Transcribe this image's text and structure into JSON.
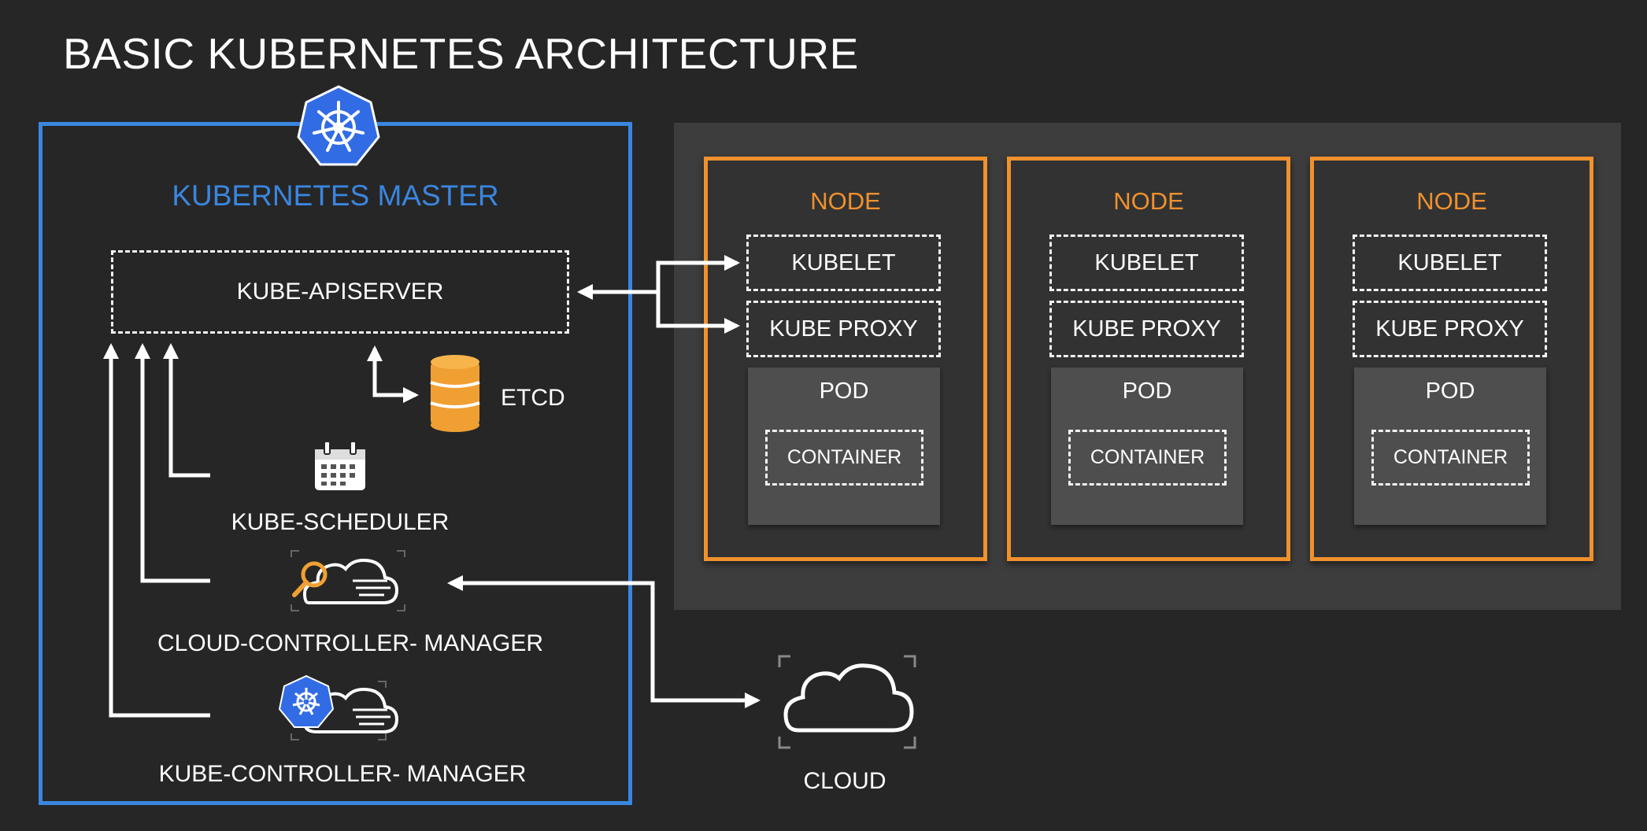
{
  "title": "BASIC KUBERNETES ARCHITECTURE",
  "master": {
    "title": "KUBERNETES MASTER",
    "apiserver_label": "KUBE-APISERVER",
    "etcd_label": "ETCD",
    "scheduler_label": "KUBE-SCHEDULER",
    "cloud_controller_label": "CLOUD-CONTROLLER- MANAGER",
    "kube_controller_label": "KUBE-CONTROLLER- MANAGER"
  },
  "nodes": [
    {
      "title": "NODE",
      "kubelet": "KUBELET",
      "proxy": "KUBE PROXY",
      "pod": "POD",
      "container": "CONTAINER"
    },
    {
      "title": "NODE",
      "kubelet": "KUBELET",
      "proxy": "KUBE PROXY",
      "pod": "POD",
      "container": "CONTAINER"
    },
    {
      "title": "NODE",
      "kubelet": "KUBELET",
      "proxy": "KUBE PROXY",
      "pod": "POD",
      "container": "CONTAINER"
    }
  ],
  "cloud_label": "CLOUD",
  "colors": {
    "background": "#262626",
    "master_accent": "#3a86e0",
    "node_accent": "#f0912e",
    "panel": "#3d3d3d",
    "pod": "#4e4e4e"
  },
  "icons": [
    "kubernetes-logo-icon",
    "database-icon",
    "calendar-icon",
    "cloud-search-icon",
    "kubernetes-cloud-icon",
    "cloud-icon"
  ]
}
